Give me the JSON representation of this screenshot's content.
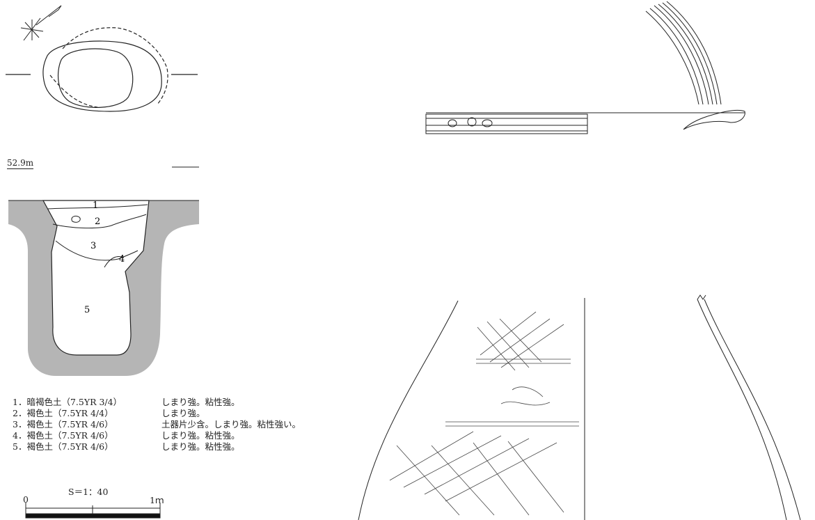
{
  "elevation": "52.9m",
  "layers": [
    {
      "no": "1",
      "desc": "1．暗褐色土（7.5YR 3/4）",
      "note": "しまり強。粘性強。"
    },
    {
      "no": "2",
      "desc": "2．褐色土（7.5YR 4/4）",
      "note": "しまり強。"
    },
    {
      "no": "3",
      "desc": "3．褐色土（7.5YR 4/6）",
      "note": "土器片少含。しまり強。粘性強い。"
    },
    {
      "no": "4",
      "desc": "4．褐色土（7.5YR 4/6）",
      "note": "しまり強。粘性強。"
    },
    {
      "no": "5",
      "desc": "5．褐色土（7.5YR 4/6）",
      "note": "しまり強。粘性強。"
    }
  ],
  "scale": {
    "ratio": "S＝1：40",
    "start": "0",
    "end": "1ｍ"
  },
  "colors": {
    "line": "#222222",
    "hatch": "#b5b5b5",
    "paper": "#ffffff"
  }
}
